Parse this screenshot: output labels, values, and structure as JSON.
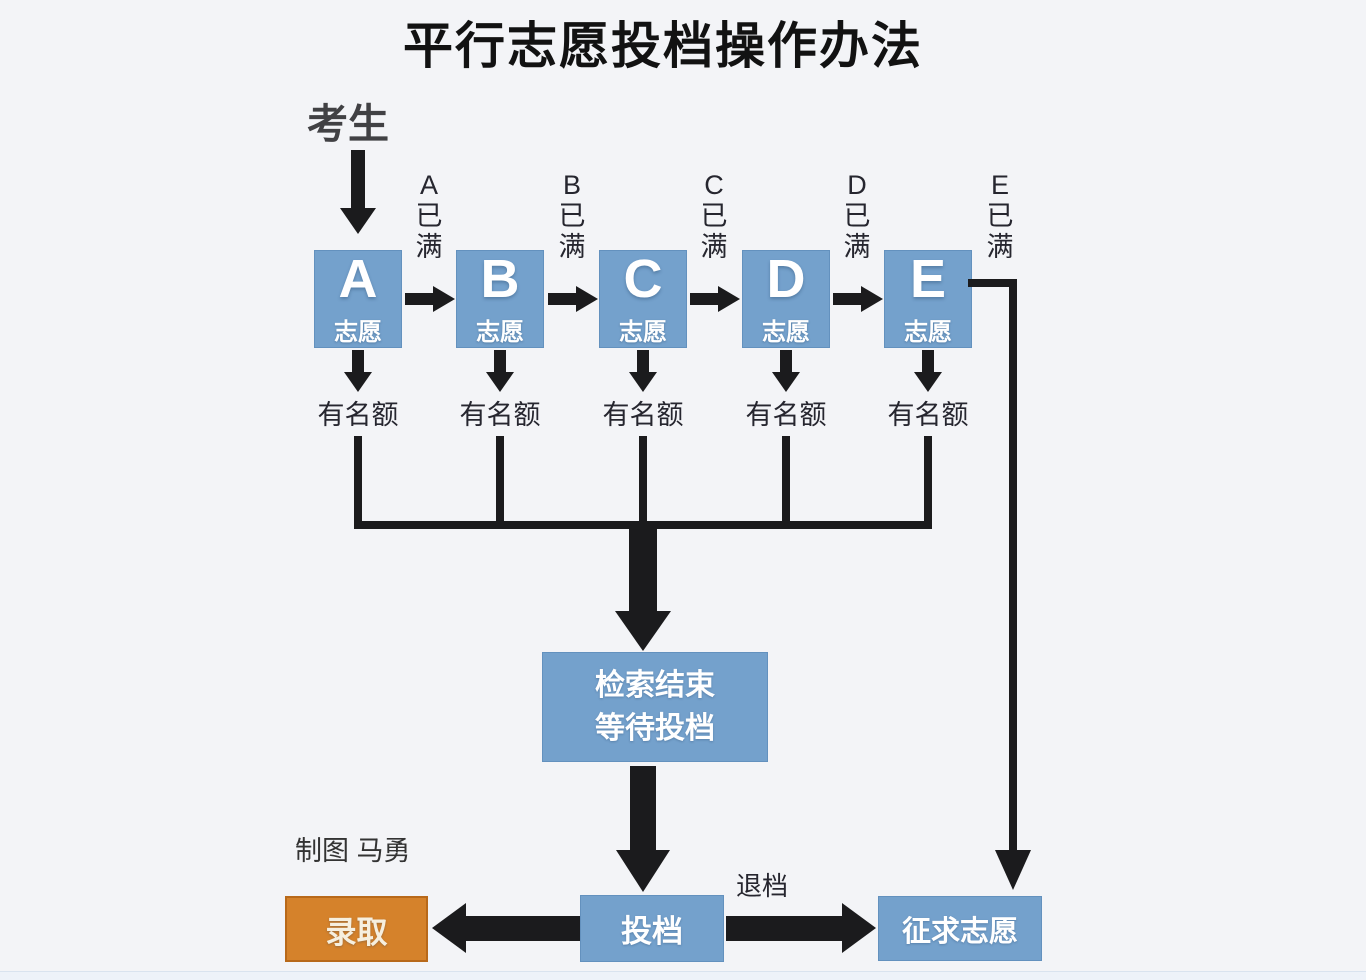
{
  "title": "平行志愿投档操作办法",
  "credit": "制图 马勇",
  "source": {
    "label": "考生"
  },
  "choices": [
    {
      "letter": "A",
      "type_label": "志愿",
      "quota_label": "有名额",
      "full_label": "A已满"
    },
    {
      "letter": "B",
      "type_label": "志愿",
      "quota_label": "有名额",
      "full_label": "B已满"
    },
    {
      "letter": "C",
      "type_label": "志愿",
      "quota_label": "有名额",
      "full_label": "C已满"
    },
    {
      "letter": "D",
      "type_label": "志愿",
      "quota_label": "有名额",
      "full_label": "D已满"
    },
    {
      "letter": "E",
      "type_label": "志愿",
      "quota_label": "有名额",
      "full_label": "E已满"
    }
  ],
  "center_box": {
    "line1": "检索结束",
    "line2": "等待投档"
  },
  "bottom": {
    "admitted_label": "录取",
    "file_label": "投档",
    "reject_label": "退档",
    "seek_label": "征求志愿"
  },
  "colors": {
    "background": "#f3f4f7",
    "box_blue": "#74a1cc",
    "box_orange": "#d5822b",
    "arrow_black": "#1b1b1d",
    "label_text": "#26262f",
    "box_text": "#ffffff"
  }
}
